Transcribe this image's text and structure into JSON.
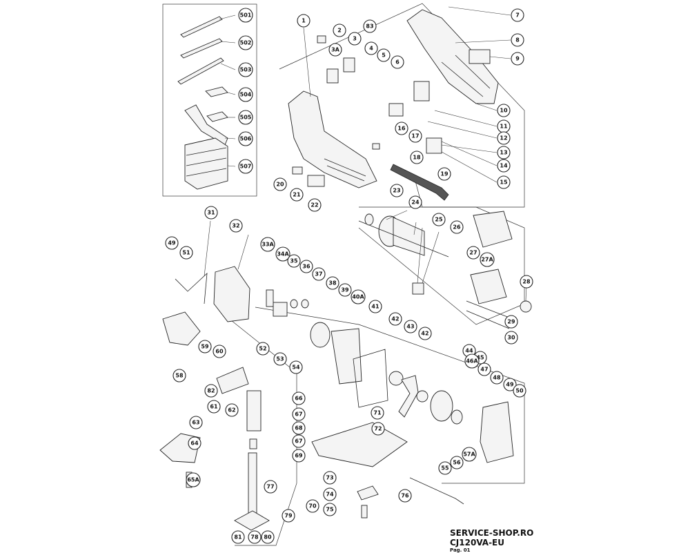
{
  "footer": {
    "site": "SERVICE-SHOP.RO",
    "model": "CJ120VA-EU",
    "page": "Pag. 01"
  },
  "part_numbers": [
    "501",
    "502",
    "503",
    "504",
    "505",
    "506",
    "507",
    "1",
    "2",
    "3",
    "3A",
    "4",
    "5",
    "6",
    "7",
    "8",
    "9",
    "10",
    "11",
    "12",
    "13",
    "14",
    "15",
    "16",
    "17",
    "18",
    "19",
    "20",
    "21",
    "22",
    "23",
    "24",
    "25",
    "26",
    "27",
    "27A",
    "28",
    "29",
    "30",
    "31",
    "32",
    "33A",
    "34A",
    "35",
    "36",
    "37",
    "38",
    "39",
    "40A",
    "41",
    "42",
    "42",
    "43",
    "44",
    "45",
    "46A",
    "47",
    "48",
    "49",
    "49",
    "50",
    "51",
    "52",
    "53",
    "54",
    "55",
    "56",
    "57A",
    "58",
    "59",
    "60",
    "61",
    "62",
    "63",
    "64",
    "65A",
    "66",
    "67",
    "67",
    "68",
    "69",
    "70",
    "71",
    "72",
    "73",
    "74",
    "75",
    "76",
    "77",
    "78",
    "79",
    "80",
    "81",
    "82",
    "83"
  ]
}
